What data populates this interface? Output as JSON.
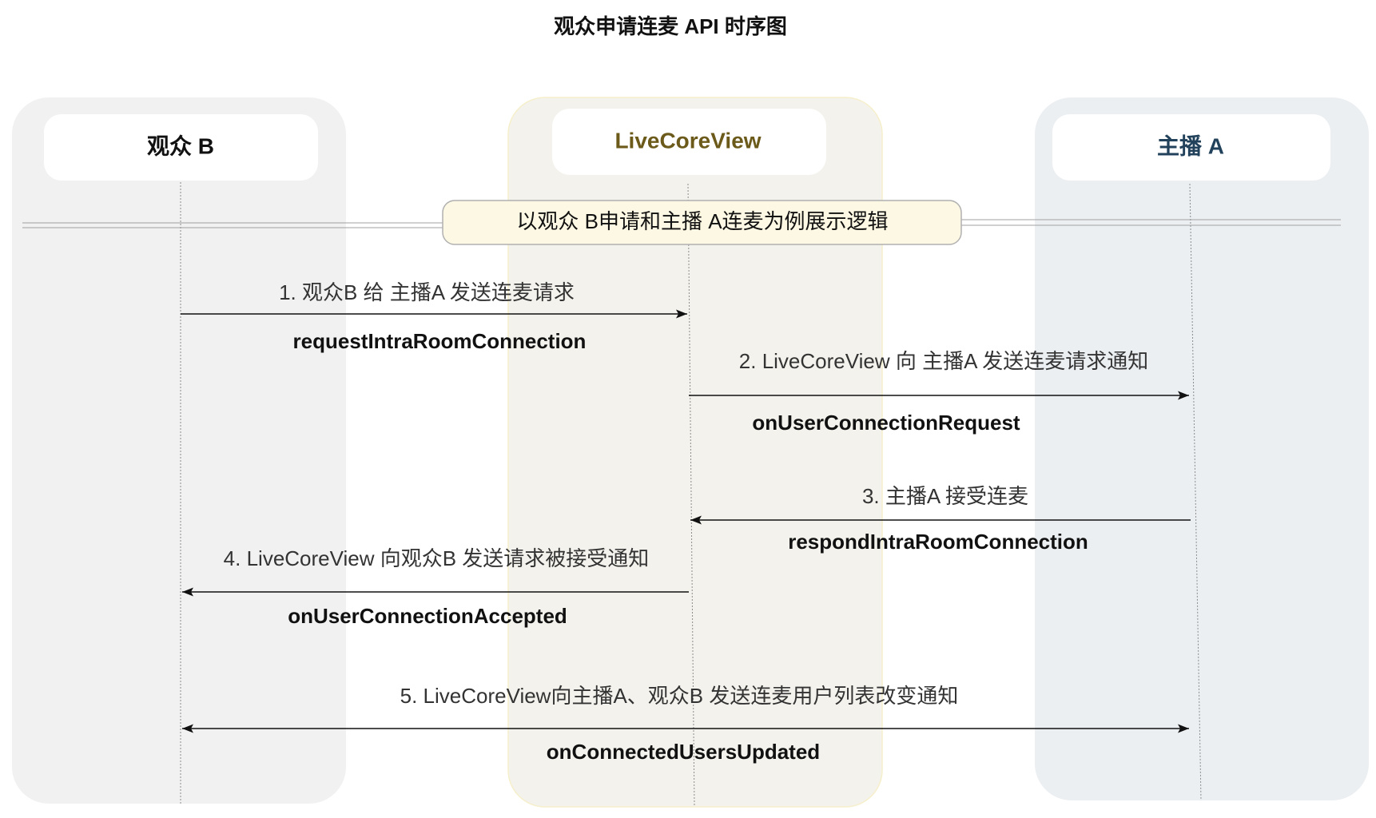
{
  "title": "观众申请连麦 API 时序图",
  "participants": [
    {
      "name": "观众 B",
      "header_color": "#111111",
      "lane_fill": "#f1f1f1"
    },
    {
      "name": "LiveCoreView",
      "header_color": "#6b5a1a",
      "lane_fill": "#f3f2ec"
    },
    {
      "name": "主播 A",
      "header_color": "#22425c",
      "lane_fill": "#ebeff2"
    }
  ],
  "note": "以观众 B申请和主播 A连麦为例展示逻辑",
  "messages": [
    {
      "label": "1. 观众B 给 主播A 发送连麦请求",
      "method": "requestIntraRoomConnection",
      "from": 0,
      "to": 1,
      "bidirectional": false
    },
    {
      "label": "2. LiveCoreView 向 主播A 发送连麦请求通知",
      "method": "onUserConnectionRequest",
      "from": 1,
      "to": 2,
      "bidirectional": false
    },
    {
      "label": "3. 主播A 接受连麦",
      "method": "respondIntraRoomConnection",
      "from": 2,
      "to": 1,
      "bidirectional": false
    },
    {
      "label": "4. LiveCoreView 向观众B 发送请求被接受通知",
      "method": "onUserConnectionAccepted",
      "from": 1,
      "to": 0,
      "bidirectional": false
    },
    {
      "label": "5. LiveCoreView向主播A、观众B 发送连麦用户列表改变通知",
      "method": "onConnectedUsersUpdated",
      "from": 0,
      "to": 2,
      "bidirectional": true
    }
  ],
  "colors": {
    "note_fill": "#fdf8e3",
    "note_border": "#b0b0b0",
    "arrow": "#111111"
  }
}
